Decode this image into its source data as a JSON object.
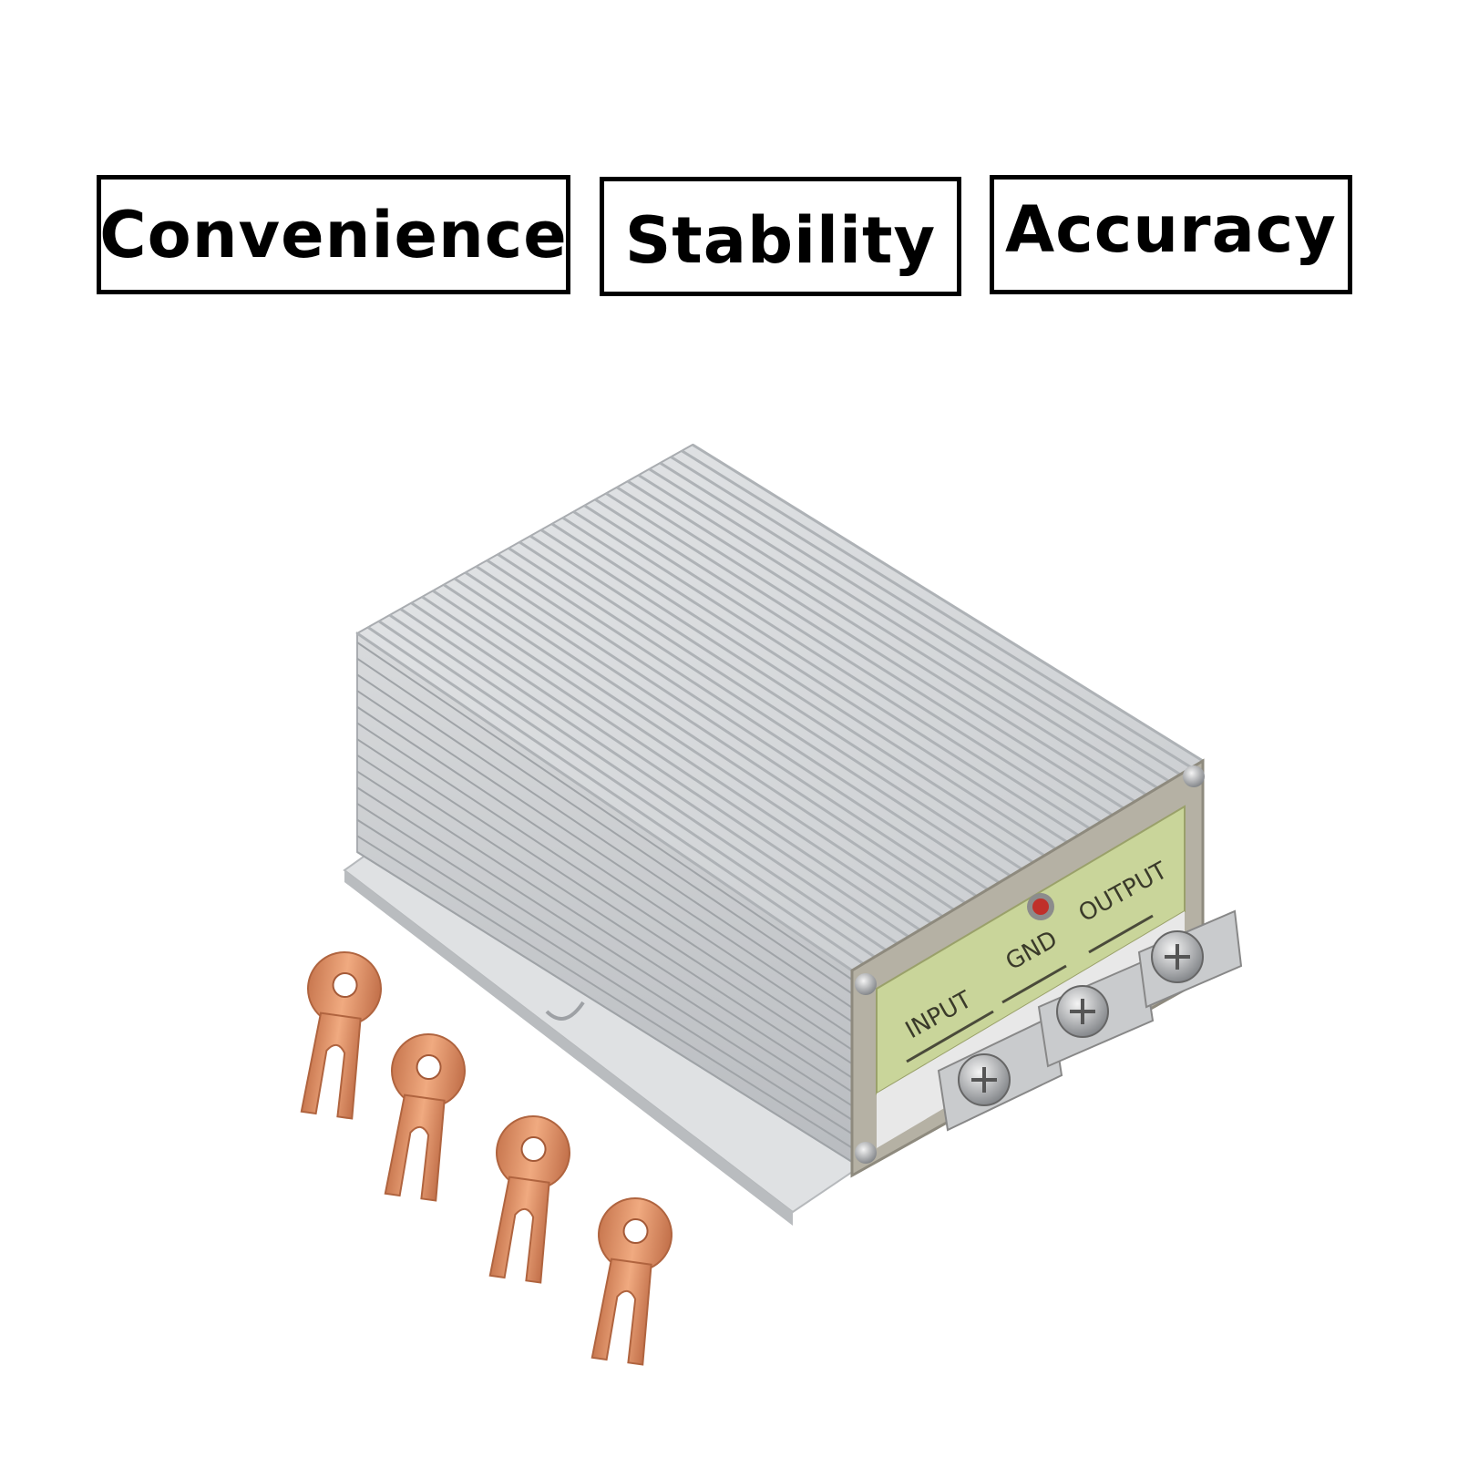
{
  "badges": [
    {
      "label": "Convenience"
    },
    {
      "label": "Stability"
    },
    {
      "label": "Accuracy"
    }
  ],
  "product": {
    "panel_labels": {
      "input": "INPUT",
      "gnd": "GND",
      "output": "OUTPUT"
    },
    "terminal_count": 4,
    "colors": {
      "heatsink": "#d6d8da",
      "panel": "#c9d59a",
      "copper": "#d98c62",
      "led": "#c0302a"
    }
  }
}
